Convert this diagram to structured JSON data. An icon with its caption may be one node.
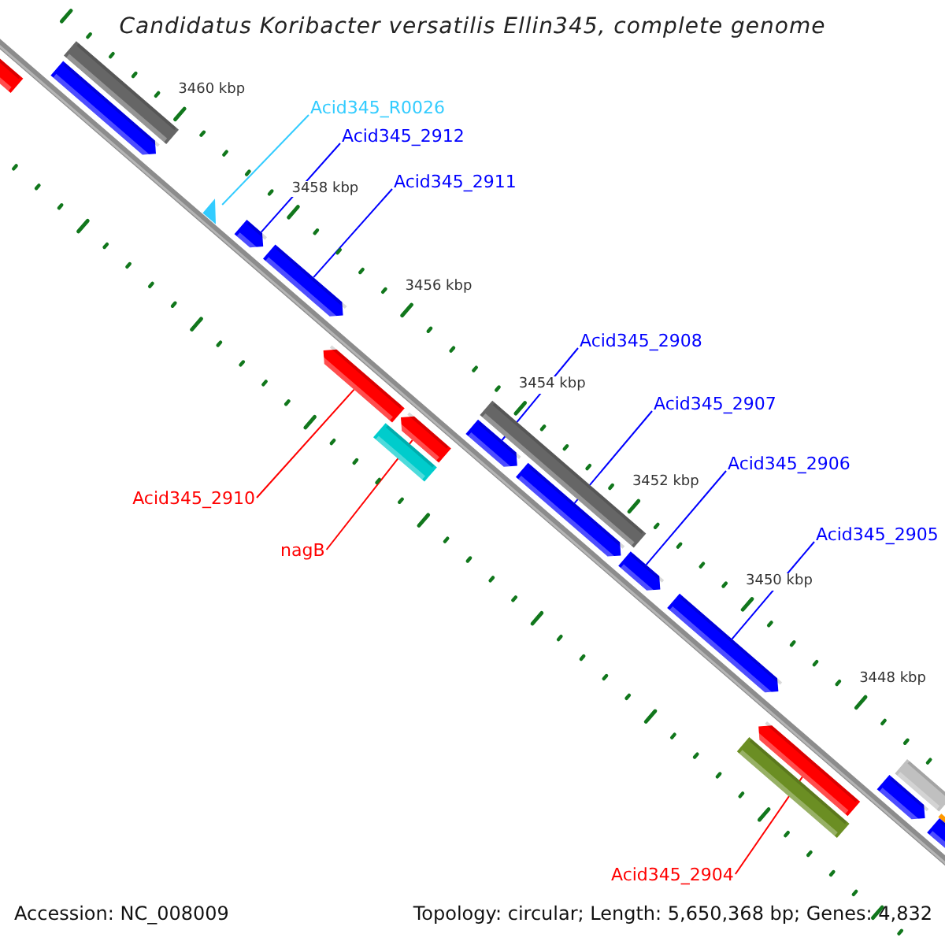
{
  "diagram": {
    "title": "Candidatus Koribacter versatilis Ellin345, complete genome",
    "nodes": [
      {
        "text": [
          "Acid345_R0026"
        ]
      },
      {
        "text": [
          "Acid345_2912"
        ]
      },
      {
        "text": [
          "Acid345_2911"
        ]
      },
      {
        "text": [
          "Acid345_2908"
        ]
      },
      {
        "text": [
          "Acid345_2907"
        ]
      },
      {
        "text": [
          "Acid345_2906"
        ]
      },
      {
        "text": [
          "Acid345_2905"
        ]
      },
      {
        "text": [
          "Acid345_2910"
        ]
      },
      {
        "text": [
          "nagB"
        ]
      },
      {
        "text": [
          "Acid345_2904"
        ]
      },
      {
        "text": [],
        "shape": "arrow"
      },
      {
        "text": [],
        "shape": "bar"
      },
      {
        "text": [],
        "shape": "arrow"
      },
      {
        "text": [],
        "shape": "triangle"
      },
      {
        "text": [],
        "shape": "arrow"
      },
      {
        "text": [],
        "shape": "arrow"
      },
      {
        "text": [],
        "shape": "arrow"
      },
      {
        "text": [],
        "shape": "bar"
      },
      {
        "text": [],
        "shape": "arrow"
      },
      {
        "text": [],
        "shape": "bar"
      },
      {
        "text": [],
        "shape": "arrow"
      },
      {
        "text": [],
        "shape": "arrow"
      },
      {
        "text": [],
        "shape": "arrow"
      },
      {
        "text": [],
        "shape": "arrow"
      },
      {
        "text": [],
        "shape": "arrow"
      },
      {
        "text": [],
        "shape": "bar"
      },
      {
        "text": [],
        "shape": "arrow"
      },
      {
        "text": [],
        "shape": "bar"
      },
      {
        "text": [],
        "shape": "bar"
      },
      {
        "text": [],
        "shape": "arrow"
      }
    ],
    "edges": [
      {
        "from": 0,
        "to": 13,
        "arrow": "none",
        "color": "#33ccff"
      },
      {
        "from": 1,
        "to": 14,
        "arrow": "none"
      },
      {
        "from": 2,
        "to": 15,
        "arrow": "none"
      },
      {
        "from": 3,
        "to": 20,
        "arrow": "none"
      },
      {
        "from": 4,
        "to": 21,
        "arrow": "none"
      },
      {
        "from": 5,
        "to": 22,
        "arrow": "none"
      },
      {
        "from": 6,
        "to": 23,
        "arrow": "none"
      },
      {
        "from": 7,
        "to": 16,
        "arrow": "none",
        "color": "#ff0000"
      },
      {
        "from": 8,
        "to": 18,
        "arrow": "none",
        "color": "#ff0000"
      },
      {
        "from": 9,
        "to": 24,
        "arrow": "none",
        "color": "#ff0000"
      }
    ],
    "labels": [
      "3460 kbp",
      "3458 kbp",
      "3456 kbp",
      "3454 kbp",
      "3452 kbp",
      "3450 kbp",
      "3448 kbp",
      "Accession: NC_008009",
      "Topology: circular; Length: 5,650,368 bp; Genes: 4,832"
    ]
  }
}
